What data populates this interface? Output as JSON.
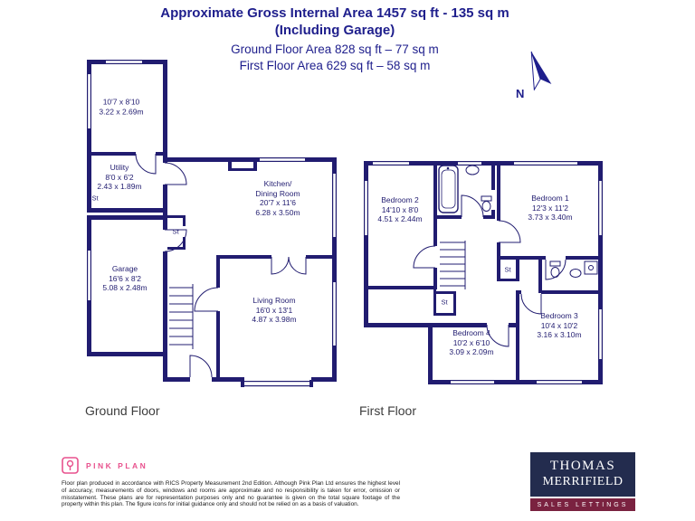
{
  "header": {
    "line1": "Approximate Gross Internal Area 1457 sq ft - 135 sq m",
    "line2": "(Including Garage)",
    "line3": "Ground Floor Area 828 sq ft – 77 sq m",
    "line4": "First Floor Area 629 sq ft – 58 sq m"
  },
  "compass": {
    "label": "N"
  },
  "ground_floor": {
    "label": "Ground Floor",
    "rooms": [
      {
        "name": "",
        "imperial": "10'7 x 8'10",
        "metric": "3.22 x 2.69m"
      },
      {
        "name": "Utility",
        "imperial": "8'0 x 6'2",
        "metric": "2.43 x 1.89m"
      },
      {
        "name": "Kitchen/\nDining Room",
        "imperial": "20'7 x 11'6",
        "metric": "6.28 x 3.50m"
      },
      {
        "name": "Garage",
        "imperial": "16'6 x 8'2",
        "metric": "5.08 x 2.48m"
      },
      {
        "name": "Living Room",
        "imperial": "16'0 x 13'1",
        "metric": "4.87 x 3.98m"
      }
    ],
    "storage": [
      "St",
      "St"
    ]
  },
  "first_floor": {
    "label": "First Floor",
    "rooms": [
      {
        "name": "Bedroom 2",
        "imperial": "14'10 x 8'0",
        "metric": "4.51 x 2.44m"
      },
      {
        "name": "Bedroom 1",
        "imperial": "12'3 x 11'2",
        "metric": "3.73 x 3.40m"
      },
      {
        "name": "Bedroom 3",
        "imperial": "10'4 x 10'2",
        "metric": "3.16 x 3.10m"
      },
      {
        "name": "Bedroom 4",
        "imperial": "10'2 x 6'10",
        "metric": "3.09 x 2.09m"
      }
    ],
    "storage": [
      "St",
      "St"
    ]
  },
  "footer": {
    "pink_plan_brand": "PINK PLAN",
    "disclaimer": "Floor plan produced in accordance with RICS Property Measurement 2nd Edition. Although Pink Plan Ltd ensures the highest level of accuracy, measurements of doors, windows and rooms are approximate and no responsibility is taken for error, omission or misstatement. These plans are for representation purposes only and no guarantee is given on the total square footage of the property within this plan. The figure icons for initial guidance only and should not be relied on as a basis of valuation.",
    "agent_line1": "THOMAS",
    "agent_line2": "MERRIFIELD",
    "agent_tagline": "SALES LETTINGS"
  },
  "colors": {
    "heading": "#1e1e8c",
    "plan": "#211c70",
    "pink": "#e8518d",
    "agentnavy": "#232c4e",
    "maroon": "#7a2240",
    "floorlabel": "#3d3d3d"
  }
}
